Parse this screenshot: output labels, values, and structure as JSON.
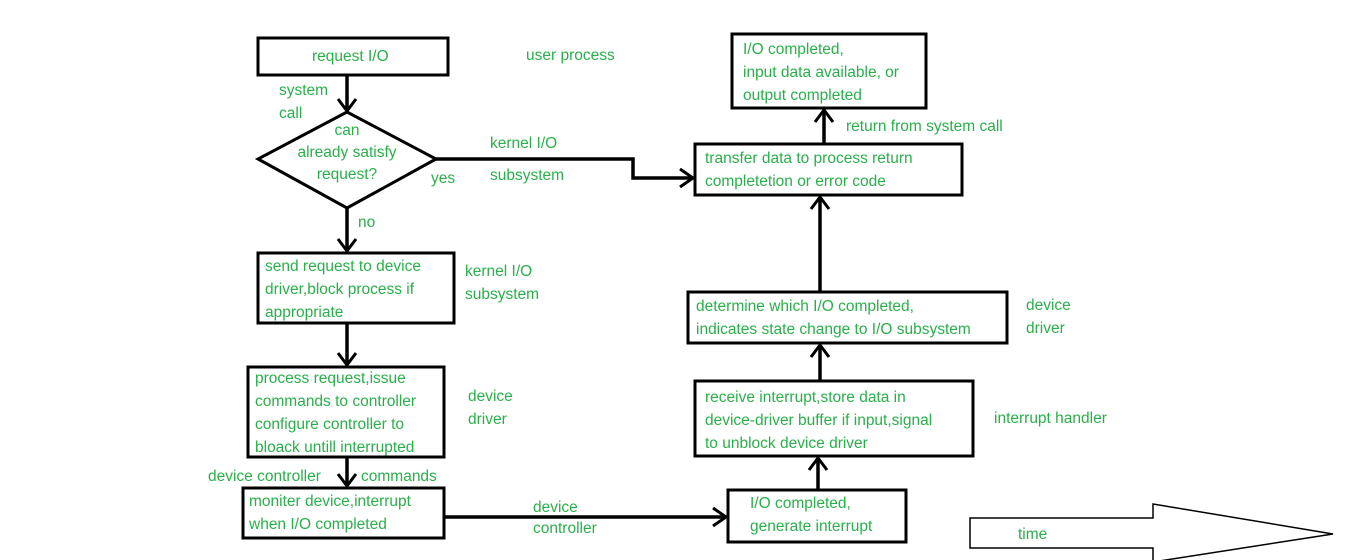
{
  "nodes": {
    "request_io": [
      "request I/O"
    ],
    "decision": [
      "can",
      "already satisfy",
      "request?"
    ],
    "send_request": [
      "send request to device",
      "driver,block process if",
      "appropriate"
    ],
    "process_request": [
      "process request,issue",
      "commands to controller",
      "configure controller to",
      "bloack untill interrupted"
    ],
    "monitor_device": [
      "moniter device,interrupt",
      "when I/O completed"
    ],
    "io_generate": [
      "I/O completed,",
      "generate interrupt"
    ],
    "receive_interrupt": [
      "receive interrupt,store data in",
      "device-driver buffer if input,signal",
      "to unblock device driver"
    ],
    "determine_io": [
      "determine which I/O completed,",
      "indicates state change to I/O subsystem"
    ],
    "transfer_data": [
      "transfer data to process return",
      "completetion or error code"
    ],
    "io_completed": [
      "I/O completed,",
      "input data available, or",
      "output completed"
    ]
  },
  "labels": {
    "user_process": [
      "user process"
    ],
    "system_call": [
      "system",
      "call"
    ],
    "kernel_io_top": [
      "kernel I/O",
      "subsystem"
    ],
    "yes": [
      "yes"
    ],
    "no": [
      "no"
    ],
    "kernel_io_mid": [
      "kernel I/O",
      "subsystem"
    ],
    "device_driver_left": [
      "device",
      "driver"
    ],
    "device_controller_left": [
      "device controller"
    ],
    "commands": [
      "commands"
    ],
    "device_controller_bottom": [
      "device",
      "controller"
    ],
    "interrupt_handler": [
      "interrupt handler"
    ],
    "device_driver_right": [
      "device",
      "driver"
    ],
    "return_from_system_call": [
      "return from system call"
    ],
    "time": [
      "time"
    ]
  }
}
